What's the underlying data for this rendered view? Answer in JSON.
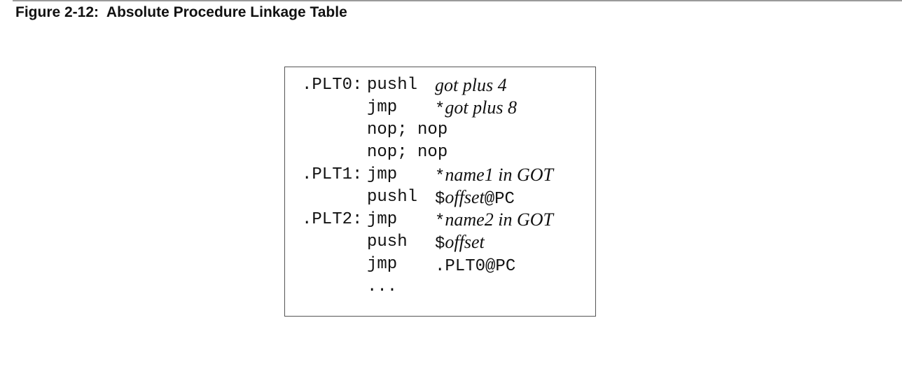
{
  "figure": {
    "title": "Figure 2-12:  Absolute Procedure Linkage Table"
  },
  "code": {
    "lines": [
      {
        "label": ".PLT0:",
        "op": "pushl",
        "arg_star": "",
        "arg_prefix": "",
        "arg_italic": "got plus 4",
        "arg_suffix": ""
      },
      {
        "label": "",
        "op": "jmp",
        "arg_star": "*",
        "arg_prefix": "",
        "arg_italic": "got plus 8",
        "arg_suffix": ""
      },
      {
        "label": "",
        "op": "nop; nop",
        "arg_star": "",
        "arg_prefix": "",
        "arg_italic": "",
        "arg_suffix": ""
      },
      {
        "label": "",
        "op": "nop; nop",
        "arg_star": "",
        "arg_prefix": "",
        "arg_italic": "",
        "arg_suffix": ""
      },
      {
        "label": ".PLT1:",
        "op": "jmp",
        "arg_star": "*",
        "arg_prefix": "",
        "arg_italic": "name1 in GOT",
        "arg_suffix": ""
      },
      {
        "label": "",
        "op": "pushl",
        "arg_star": "",
        "arg_prefix": "$",
        "arg_italic": "offset",
        "arg_suffix": "@PC"
      },
      {
        "label": ".PLT2:",
        "op": "jmp",
        "arg_star": "*",
        "arg_prefix": "",
        "arg_italic": "name2 in GOT",
        "arg_suffix": ""
      },
      {
        "label": "",
        "op": "push",
        "arg_star": "",
        "arg_prefix": "$",
        "arg_italic": "offset",
        "arg_suffix": ""
      },
      {
        "label": "",
        "op": "jmp",
        "arg_star": "",
        "arg_prefix": ".PLT0@PC",
        "arg_italic": "",
        "arg_suffix": ""
      },
      {
        "label": "",
        "op": "...",
        "arg_star": "",
        "arg_prefix": "",
        "arg_italic": "",
        "arg_suffix": ""
      }
    ]
  }
}
